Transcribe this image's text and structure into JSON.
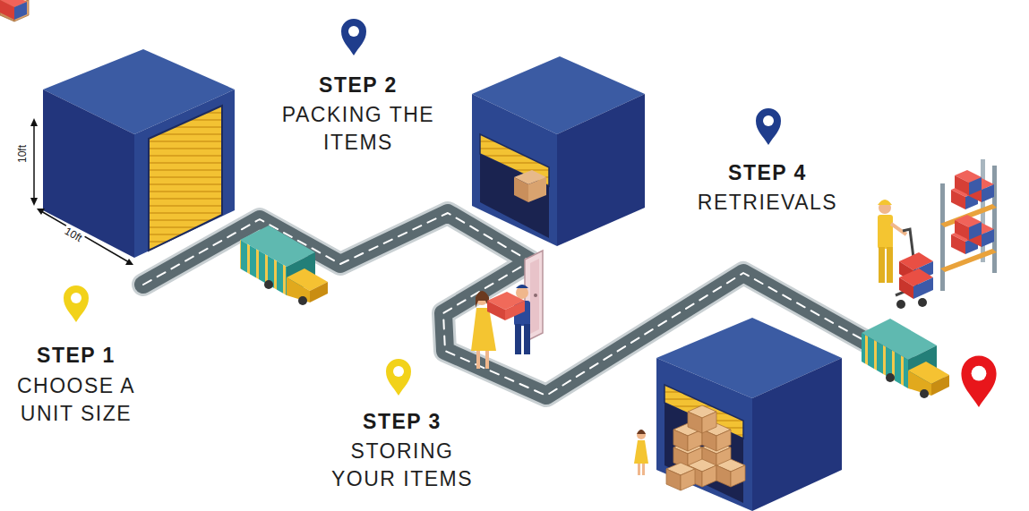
{
  "diagram": {
    "labels": [
      "STEP 1",
      "CHOOSE A UNIT SIZE",
      "STEP 2",
      "PACKING THE ITEMS",
      "STEP 3",
      "STORING YOUR ITEMS",
      "STEP 4",
      "RETRIEVALS",
      "10ft",
      "10ft"
    ]
  }
}
